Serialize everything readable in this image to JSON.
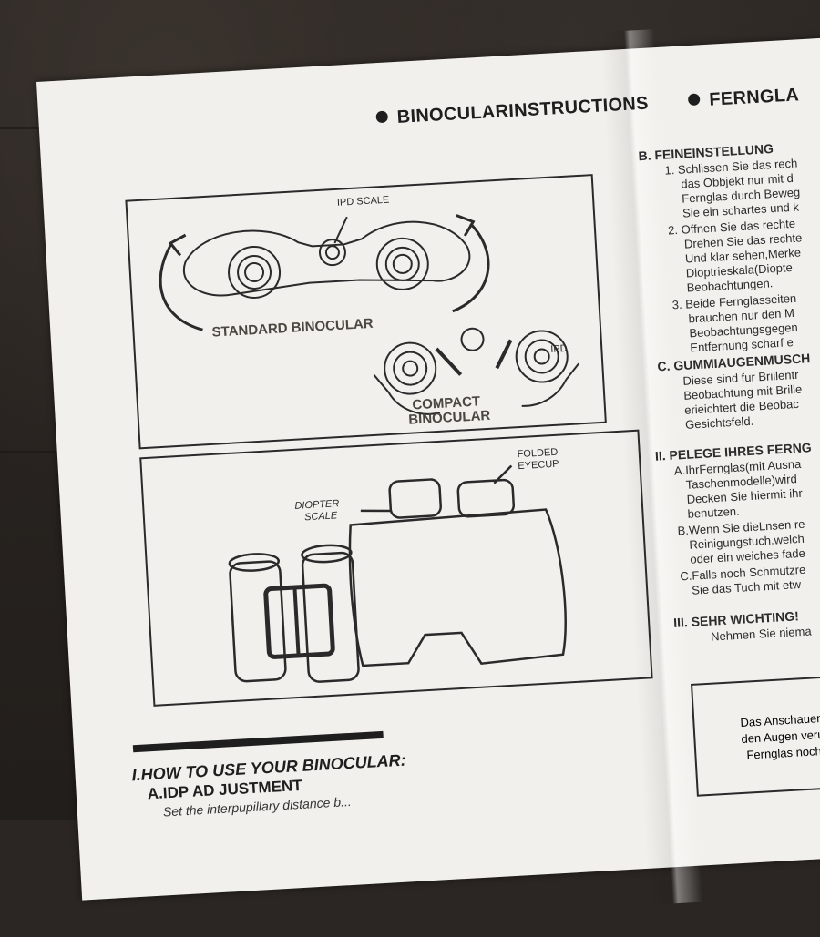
{
  "header": {
    "title_en": "BINOCULARINSTRUCTIONS",
    "title_de": "FERNGLA"
  },
  "diagram1": {
    "ipd_scale_label": "IPD SCALE",
    "standard_label": "STANDARD BINOCULAR",
    "ipd_label": "IPD",
    "compact_label_1": "COMPACT",
    "compact_label_2": "BINOCULAR"
  },
  "diagram2": {
    "diopter_label_1": "DIOPTER",
    "diopter_label_2": "SCALE",
    "folded_label_1": "FOLDED",
    "folded_label_2": "EYECUP"
  },
  "english": {
    "heading": "I.HOW TO USE YOUR BINOCULAR:",
    "sub_heading": "A.IDP AD JUSTMENT",
    "first_line": "Set the interpupillary distance b..."
  },
  "german": {
    "b_heading": "B.  FEINEINSTELLUNG",
    "b_lines": [
      "1.  Schlissen Sie das rech",
      "das Obbjekt nur mit d",
      "Fernglas durch Beweg",
      "Sie ein schartes und k",
      "2.  Offnen Sie das rechte",
      "Drehen Sie das rechte",
      "Und klar sehen,Merke",
      "Dioptrieskala(Diopte",
      "Beobachtungen.",
      "3.  Beide Fernglasseiten",
      "brauchen nur den M",
      "Beobachtungsgegen",
      "Entfernung scharf e"
    ],
    "c_heading": "C. GUMMIAUGENMUSCH",
    "c_lines": [
      "Diese sind fur Brillentr",
      "Beobachtung mit Brille",
      "erieichtert die Beobac",
      "Gesichtsfeld."
    ],
    "ii_heading": "II. PELEGE IHRES FERNG",
    "ii_lines": [
      "A.IhrFernglas(mit Ausna",
      "Taschenmodelle)wird",
      "Decken Sie hiermit ihr",
      "benutzen.",
      "B.Wenn Sie dieLnsen  re",
      "Reinigungstuch.welch",
      "oder ein weiches fade",
      "C.Falls noch Schmutzre",
      "Sie das Tuch mit etw"
    ],
    "iii_heading": "III. SEHR WICHTING!",
    "iii_line": "Nehmen Sie niema",
    "note_lines": [
      "Das Anschauen",
      "den Augen veru",
      "Fernglas noch"
    ]
  }
}
